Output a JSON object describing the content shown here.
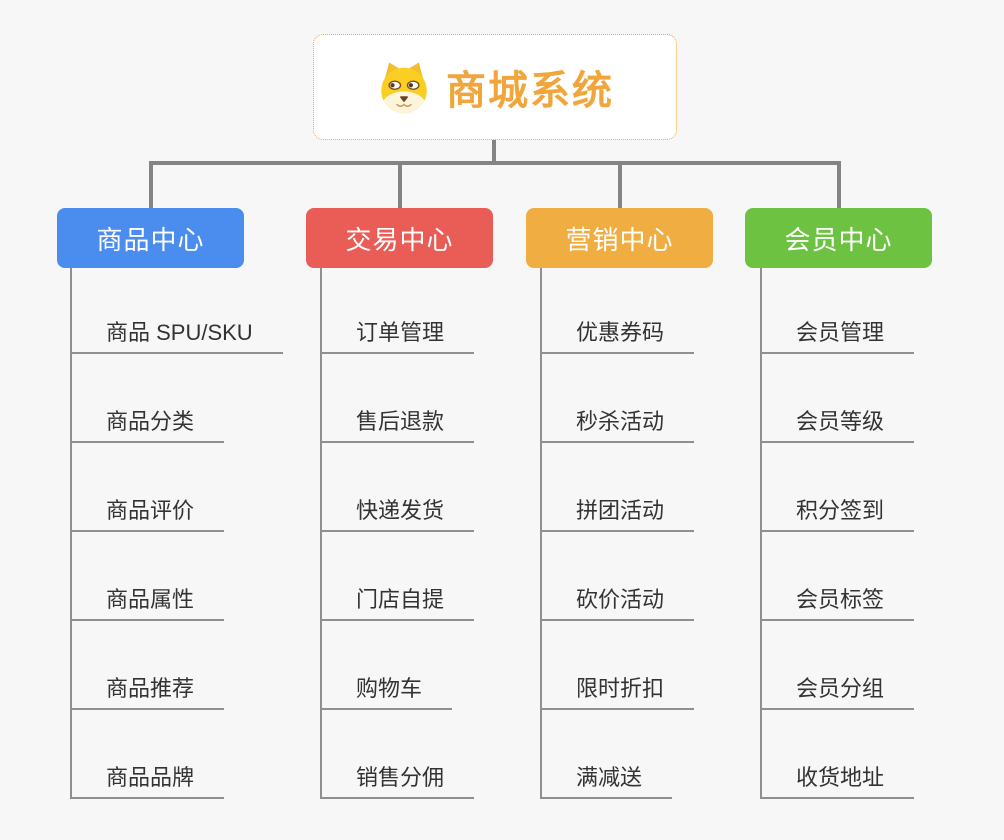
{
  "root": {
    "title": "商城系统",
    "icon": "dog-face-icon",
    "accent_color": "#f0a63c",
    "border_color": "#f0a63c"
  },
  "connector_color": "#848484",
  "leaf_line_color": "#8f8f8f",
  "branches": [
    {
      "label": "商品中心",
      "color": "#4a8dee",
      "items": [
        "商品 SPU/SKU",
        "商品分类",
        "商品评价",
        "商品属性",
        "商品推荐",
        "商品品牌"
      ]
    },
    {
      "label": "交易中心",
      "color": "#ea5c56",
      "items": [
        "订单管理",
        "售后退款",
        "快递发货",
        "门店自提",
        "购物车",
        "销售分佣"
      ]
    },
    {
      "label": "营销中心",
      "color": "#efad42",
      "items": [
        "优惠券码",
        "秒杀活动",
        "拼团活动",
        "砍价活动",
        "限时折扣",
        "满减送"
      ]
    },
    {
      "label": "会员中心",
      "color": "#6dc242",
      "items": [
        "会员管理",
        "会员等级",
        "积分签到",
        "会员标签",
        "会员分组",
        "收货地址"
      ]
    }
  ]
}
